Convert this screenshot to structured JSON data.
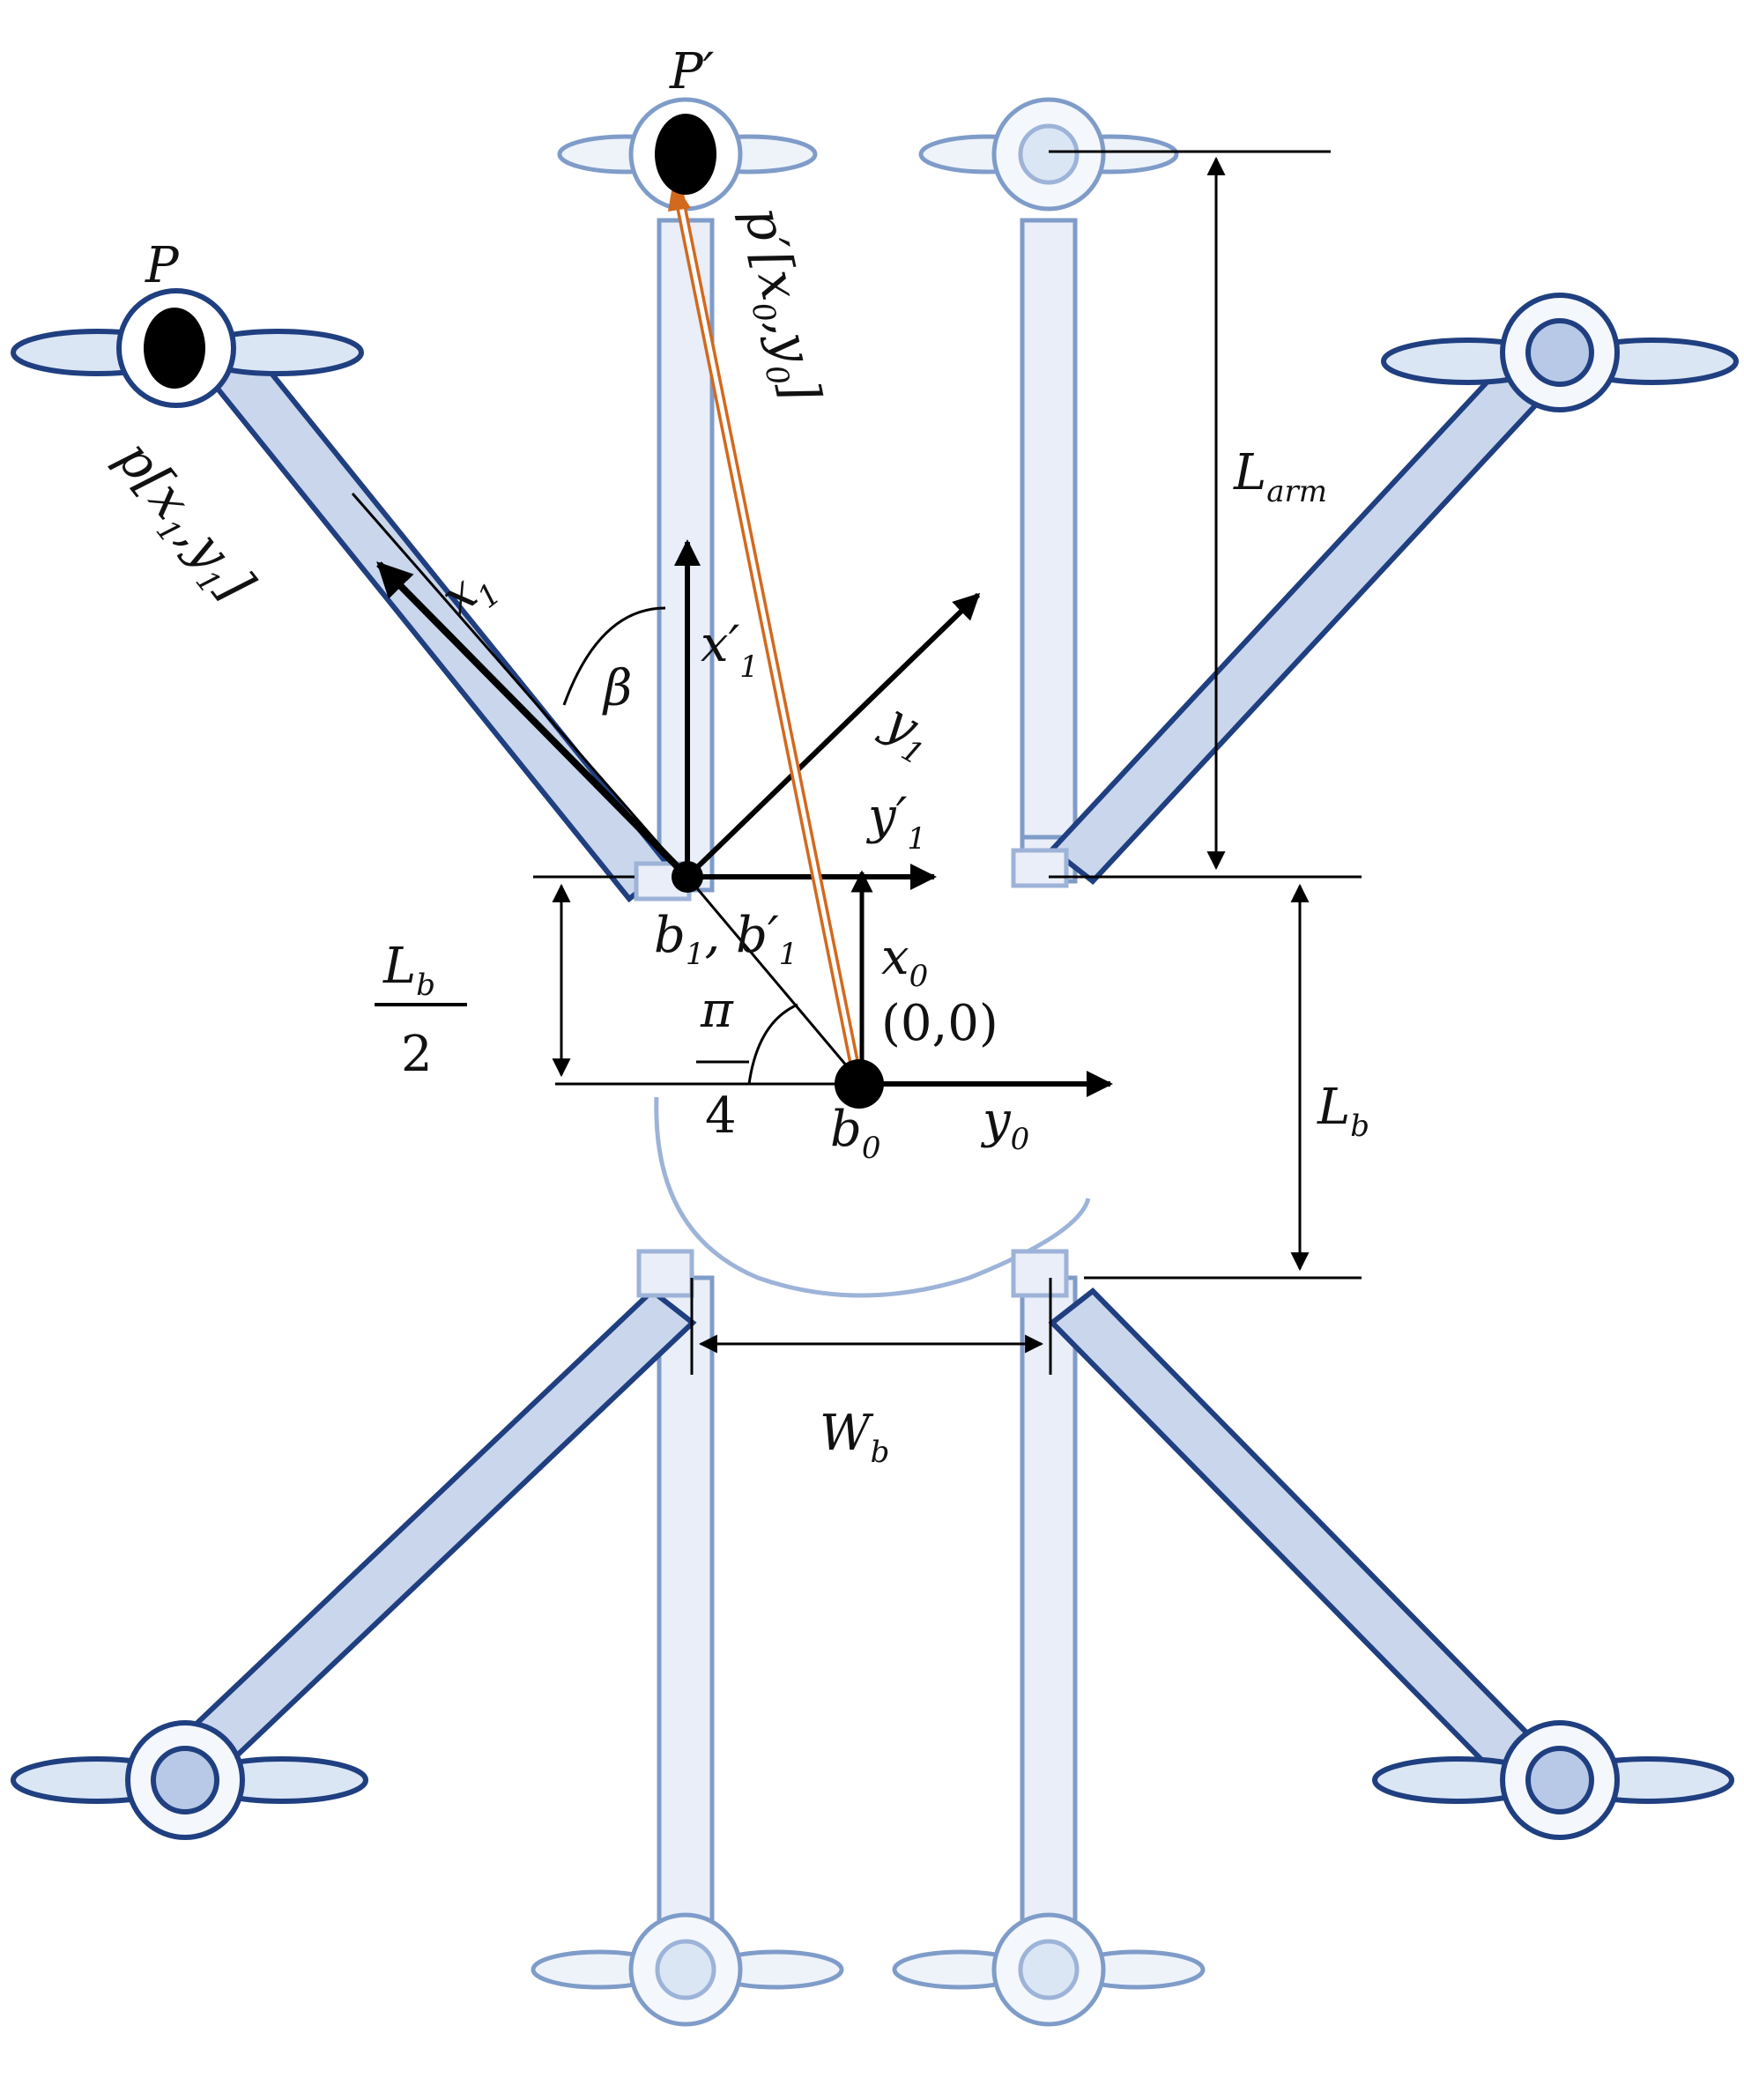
{
  "labels": {
    "P": "P",
    "P_prime": "P′",
    "p_vec": "p[x",
    "p_vec_s1": "1",
    "p_vec_mid": ",y",
    "p_vec_s2": "1",
    "p_vec_end": "]",
    "p_prime_vec": "p′[x",
    "p_prime_vec_s1": "0",
    "p_prime_vec_mid": ",y",
    "p_prime_vec_s2": "0",
    "p_prime_vec_end": "]",
    "x1": "x",
    "x1_sub": "1",
    "x1_prime": "x′",
    "x1_prime_sub": "1",
    "y1": "y",
    "y1_sub": "1",
    "y1_prime": "y′",
    "y1_prime_sub": "1",
    "beta": "β",
    "b1": "b",
    "b1_sub": "1",
    "b1_prime": ", b′",
    "b1_prime_sub": "1",
    "x0": "x",
    "x0_sub": "0",
    "origin": "(0,0)",
    "y0": "y",
    "y0_sub": "0",
    "b0": "b",
    "b0_sub": "0",
    "pi": "π",
    "four": "4",
    "Lb_half_num": "L",
    "Lb_half_num_sub": "b",
    "Lb_half_den": "2",
    "Lb": "L",
    "Lb_sub": "b",
    "Larm": "L",
    "Larm_sub": "arm",
    "Wb": "W",
    "Wb_sub": "b"
  },
  "colors": {
    "arm_dark": "#1f3f80",
    "arm_light": "#7f9cc9",
    "arm_fill_dark": "#c9d6ec",
    "arm_fill_light": "#e9eef8",
    "prop_fill": "#dbe6f5",
    "vector_orange": "#d2691e",
    "black": "#000000"
  },
  "icons": [
    "quadrotor-arm-icon",
    "propeller-icon"
  ]
}
